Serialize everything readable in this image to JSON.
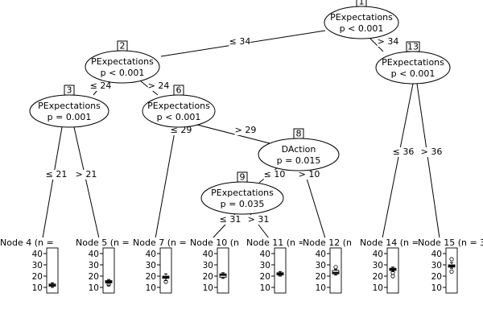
{
  "inner_nodes": [
    {
      "id": "1",
      "variable": "PExpectations",
      "p": "p < 0.001"
    },
    {
      "id": "2",
      "variable": "PExpectations",
      "p": "p < 0.001"
    },
    {
      "id": "3",
      "variable": "PExpectations",
      "p": "p = 0.001"
    },
    {
      "id": "6",
      "variable": "PExpectations",
      "p": "p < 0.001"
    },
    {
      "id": "8",
      "variable": "DAction",
      "p": "p = 0.015"
    },
    {
      "id": "9",
      "variable": "PExpectations",
      "p": "p = 0.035"
    },
    {
      "id": "13",
      "variable": "PExpectations",
      "p": "p < 0.001"
    }
  ],
  "edges": [
    {
      "from": "1",
      "to": "2",
      "label": "≤ 34"
    },
    {
      "from": "1",
      "to": "13",
      "label": "> 34"
    },
    {
      "from": "2",
      "to": "3",
      "label": "≤ 24"
    },
    {
      "from": "2",
      "to": "6",
      "label": "> 24"
    },
    {
      "from": "3",
      "to": "4",
      "label": "≤ 21"
    },
    {
      "from": "3",
      "to": "5",
      "label": "> 21"
    },
    {
      "from": "6",
      "to": "7",
      "label": "≤ 29"
    },
    {
      "from": "6",
      "to": "8",
      "label": "> 29"
    },
    {
      "from": "8",
      "to": "9",
      "label": "≤ 10"
    },
    {
      "from": "8",
      "to": "12",
      "label": "> 10"
    },
    {
      "from": "9",
      "to": "10",
      "label": "≤ 31"
    },
    {
      "from": "9",
      "to": "11",
      "label": "> 31"
    },
    {
      "from": "13",
      "to": "14",
      "label": "≤ 36"
    },
    {
      "from": "13",
      "to": "15",
      "label": "> 36"
    }
  ],
  "terminal_nodes": [
    {
      "id": "4",
      "header": "Node 4 (n =",
      "box": {
        "min": 10,
        "q1": 11,
        "median": 12,
        "q3": 13,
        "max": 14
      },
      "outliers": []
    },
    {
      "id": "5",
      "header": "Node 5 (n =",
      "box": {
        "min": 12,
        "q1": 14,
        "median": 15,
        "q3": 16,
        "max": 17
      },
      "outliers": [
        12.5
      ]
    },
    {
      "id": "7",
      "header": "Node 7 (n =",
      "box": {
        "min": 16,
        "q1": 18,
        "median": 19,
        "q3": 20,
        "max": 22
      },
      "outliers": [
        15
      ]
    },
    {
      "id": "10",
      "header": "Node 10 (n",
      "box": {
        "min": 18,
        "q1": 19,
        "median": 21,
        "q3": 22,
        "max": 23
      },
      "outliers": []
    },
    {
      "id": "11",
      "header": "Node 11 (n =",
      "box": {
        "min": 20,
        "q1": 21,
        "median": 22,
        "q3": 23,
        "max": 24
      },
      "outliers": [
        21.5
      ]
    },
    {
      "id": "12",
      "header": "Node 12 (n",
      "box": {
        "min": 21,
        "q1": 22,
        "median": 23,
        "q3": 25,
        "max": 26
      },
      "outliers": [
        28
      ]
    },
    {
      "id": "14",
      "header": "Node 14 (n =",
      "box": {
        "min": 24,
        "q1": 25,
        "median": 26,
        "q3": 27,
        "max": 28
      },
      "outliers": [
        20,
        23
      ]
    },
    {
      "id": "15",
      "header": "Node 15 (n = 3",
      "box": {
        "min": 27,
        "q1": 28,
        "median": 29,
        "q3": 30,
        "max": 32
      },
      "outliers": [
        35,
        24
      ]
    }
  ],
  "y_axis": {
    "ticks": [
      "40",
      "30",
      "20",
      "10"
    ],
    "tick_values": [
      40,
      30,
      20,
      10
    ],
    "range": [
      5,
      45
    ]
  }
}
